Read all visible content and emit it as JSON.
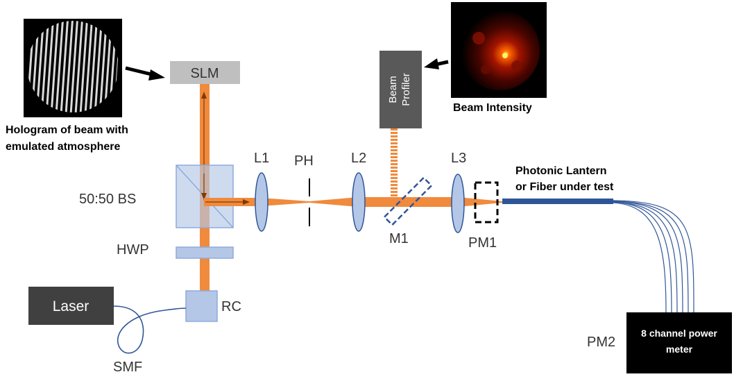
{
  "labels": {
    "slm": "SLM",
    "beam_profiler_line1": "Beam",
    "beam_profiler_line2": "Profiler",
    "beam_intensity": "Beam Intensity",
    "hologram_line1": "Hologram of beam with",
    "hologram_line2": "emulated atmosphere",
    "l1": "L1",
    "ph": "PH",
    "l2": "L2",
    "l3": "L3",
    "bs": "50:50 BS",
    "hwp": "HWP",
    "m1": "M1",
    "pm1": "PM1",
    "lantern_line1": "Photonic Lantern",
    "lantern_line2": "or Fiber under test",
    "laser": "Laser",
    "rc": "RC",
    "smf": "SMF",
    "pm2": "PM2",
    "meter_line1": "8 channel power",
    "meter_line2": "meter"
  },
  "colors": {
    "beam": "#f08a3c",
    "optic_fill": "#b4c7e7",
    "optic_stroke": "#2f5597",
    "slm_fill": "#bfbfbf",
    "dark_box": "#404040",
    "meter_box": "#000000",
    "fiber": "#2f5597",
    "text": "#333333"
  }
}
